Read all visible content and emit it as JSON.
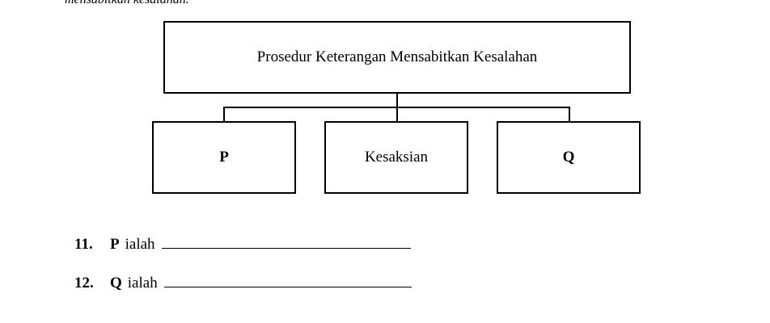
{
  "header_fragment": "mensabitkan kesalahan.",
  "diagram": {
    "root": "Prosedur Keterangan Mensabitkan Kesalahan",
    "children": [
      {
        "label": "P",
        "bold": true
      },
      {
        "label": "Kesaksian",
        "bold": false
      },
      {
        "label": "Q",
        "bold": true
      }
    ]
  },
  "questions": [
    {
      "number": "11.",
      "variable": "P",
      "word": "ialah"
    },
    {
      "number": "12.",
      "variable": "Q",
      "word": "ialah"
    }
  ]
}
